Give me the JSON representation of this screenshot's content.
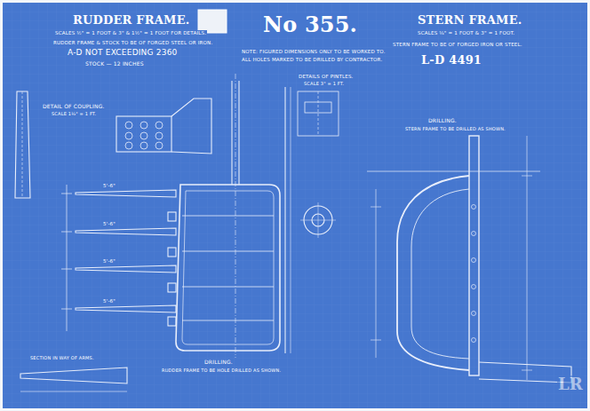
{
  "diagram": {
    "title": "No 355.",
    "labels": [
      "RUDDER FRAME.",
      "SCALES ½\" = 1 FOOT & 3\" & 1½\" = 1 FOOT FOR DETAILS.",
      "RUDDER FRAME & STOCK TO BE OF FORGED STEEL OR IRON.",
      "A-D NOT EXCEEDING 2360",
      "STOCK — 12 INCHES",
      "NOTE: FIGURED DIMENSIONS ONLY TO BE WORKED TO.",
      "ALL HOLES MARKED TO BE DRILLED BY CONTRACTOR.",
      "STERN FRAME.",
      "SCALES ¼\" = 1 FOOT & 3\" = 1 FOOT.",
      "STERN FRAME TO BE OF FORGED IRON OR STEEL.",
      "L-D 4491",
      "DETAIL OF COUPLING.",
      "SCALE 1½\" = 1 FT.",
      "DETAILS OF PINTLES.",
      "SCALE 3\" = 1 FT.",
      "SECTION IN WAY OF ARMS.",
      "DRILLING.",
      "RUDDER FRAME TO BE HOLE DRILLED AS SHOWN.",
      "DRILLING.",
      "STERN FRAME TO BE DRILLED AS SHOWN.",
      "5'-6\"",
      "5'-6\"",
      "5'-6\"",
      "5'-6\"",
      "LR"
    ]
  }
}
